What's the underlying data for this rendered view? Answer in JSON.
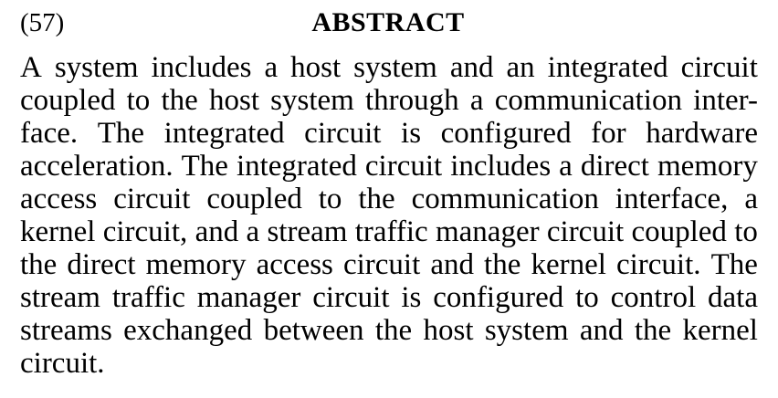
{
  "document": {
    "type": "patent-abstract",
    "background_color": "#ffffff",
    "text_color": "#000000"
  },
  "header": {
    "code": "(57)",
    "title": "ABSTRACT"
  },
  "abstract": {
    "full_text": "A system includes a host system and an integrated circuit coupled to the host system through a communication interface. The integrated circuit is configured for hardware acceleration. The integrated circuit includes a direct memory access circuit coupled to the communication interface, a kernel circuit, and a stream traffic manager circuit coupled to the direct memory access circuit and the kernel circuit. The stream traffic manager circuit is configured to control data streams exchanged between the host system and the kernel circuit.",
    "lines": [
      "A system includes a host system and an integrated circuit",
      "coupled to the host system through a communication inter-",
      "face. The integrated circuit is configured for hardware",
      "acceleration. The integrated circuit includes a direct memory",
      "access circuit coupled to the communication interface, a",
      "kernel circuit, and a stream traffic manager circuit coupled to",
      "the direct memory access circuit and the kernel circuit. The",
      "stream traffic manager circuit is configured to control data",
      "streams exchanged between the host system and the kernel",
      "circuit."
    ]
  }
}
